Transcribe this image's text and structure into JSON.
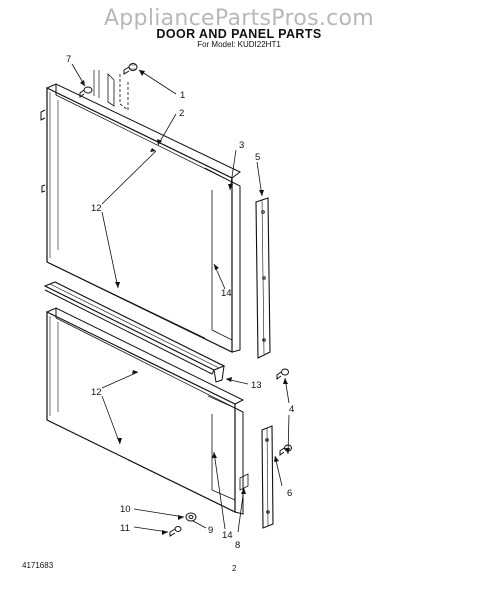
{
  "watermark": "AppliancePartsPros.com",
  "header": {
    "title": "DOOR AND PANEL PARTS",
    "subtitle": "For Model: KUDI22HT1"
  },
  "callouts": {
    "c1": "1",
    "c2": "2",
    "c3": "3",
    "c4": "4",
    "c5": "5",
    "c6": "6",
    "c7": "7",
    "c8": "8",
    "c9": "9",
    "c10": "10",
    "c11": "11",
    "c12a": "12",
    "c12b": "12",
    "c13": "13",
    "c14a": "14",
    "c14b": "14"
  },
  "footer": {
    "doc_number": "4171683",
    "page_number": "2"
  },
  "colors": {
    "ink": "#111111",
    "watermark": "#b8b8b8"
  }
}
